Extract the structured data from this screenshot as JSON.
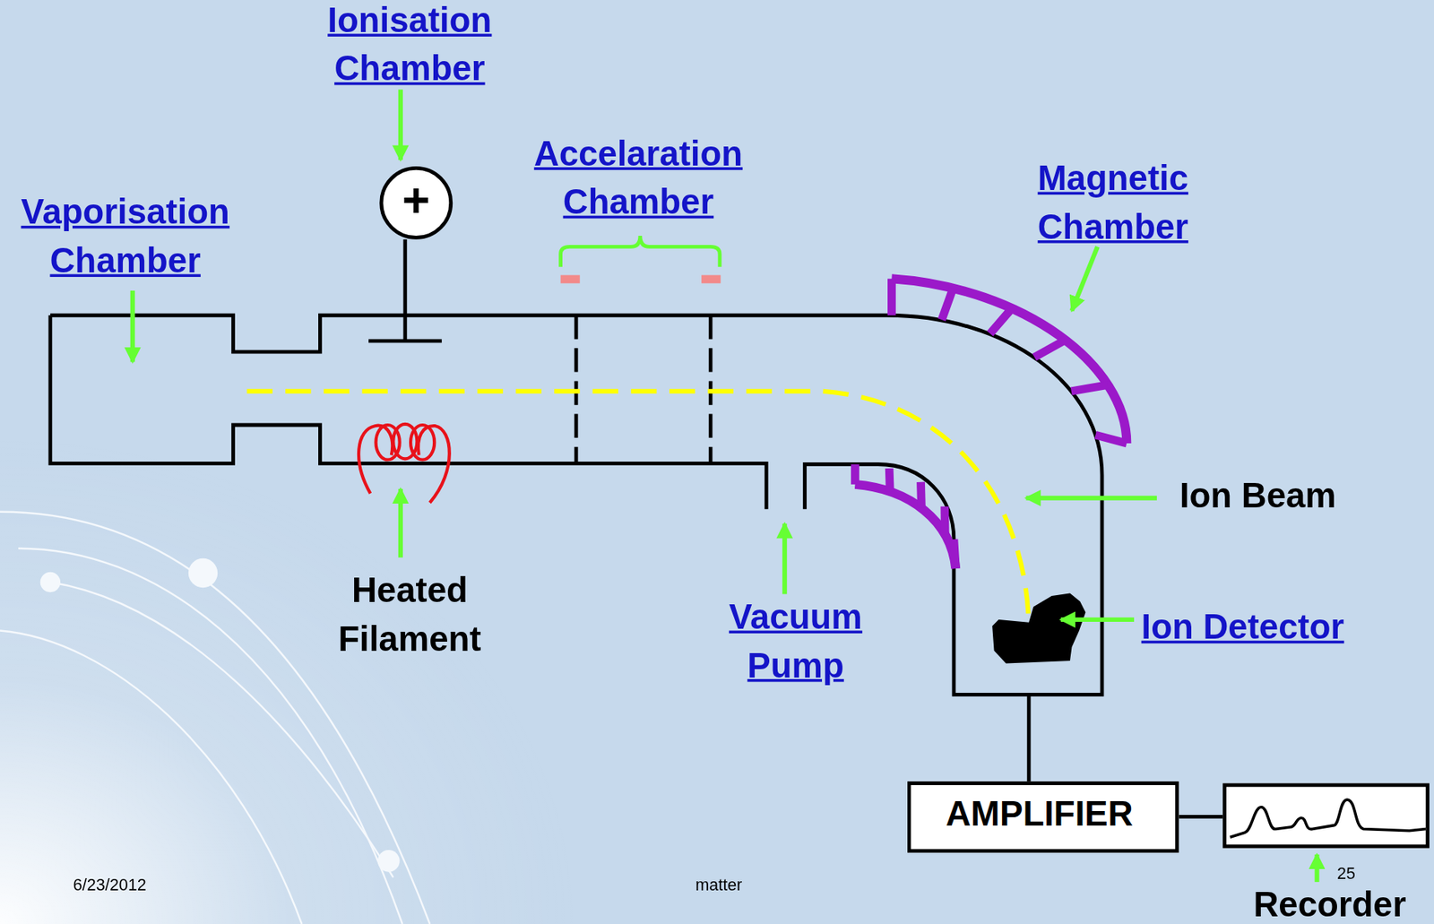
{
  "diagram": {
    "nodes": [
      {
        "text": [
          "+"
        ]
      },
      {
        "text": [
          "AMPLIFIER"
        ]
      },
      {
        "text": [
          "Recorder"
        ]
      }
    ],
    "edges": [
      {
        "from": 1,
        "to": 2,
        "arrow": "none"
      }
    ],
    "labels": [
      "Ionisation Chamber",
      "Vaporisation Chamber",
      "Accelaration Chamber",
      "Magnetic Chamber",
      "Heated Filament",
      "Vacuum Pump",
      "Ion Beam",
      "Ion Detector",
      "6/23/2012",
      "matter",
      "25"
    ]
  }
}
